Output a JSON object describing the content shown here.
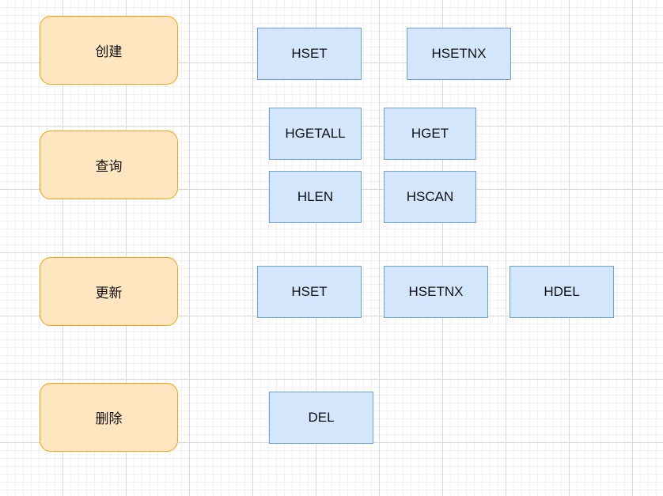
{
  "categories": {
    "create": "创建",
    "query": "查询",
    "update": "更新",
    "delete": "删除"
  },
  "commands": {
    "create": [
      "HSET",
      "HSETNX"
    ],
    "query": [
      "HGETALL",
      "HGET",
      "HLEN",
      "HSCAN"
    ],
    "update": [
      "HSET",
      "HSETNX",
      "HDEL"
    ],
    "delete": [
      "DEL"
    ]
  },
  "colors": {
    "category_fill": "#ffe6c0",
    "category_border": "#f0a30a",
    "command_fill": "#d4e6fc",
    "command_border": "#6c9fe0"
  }
}
